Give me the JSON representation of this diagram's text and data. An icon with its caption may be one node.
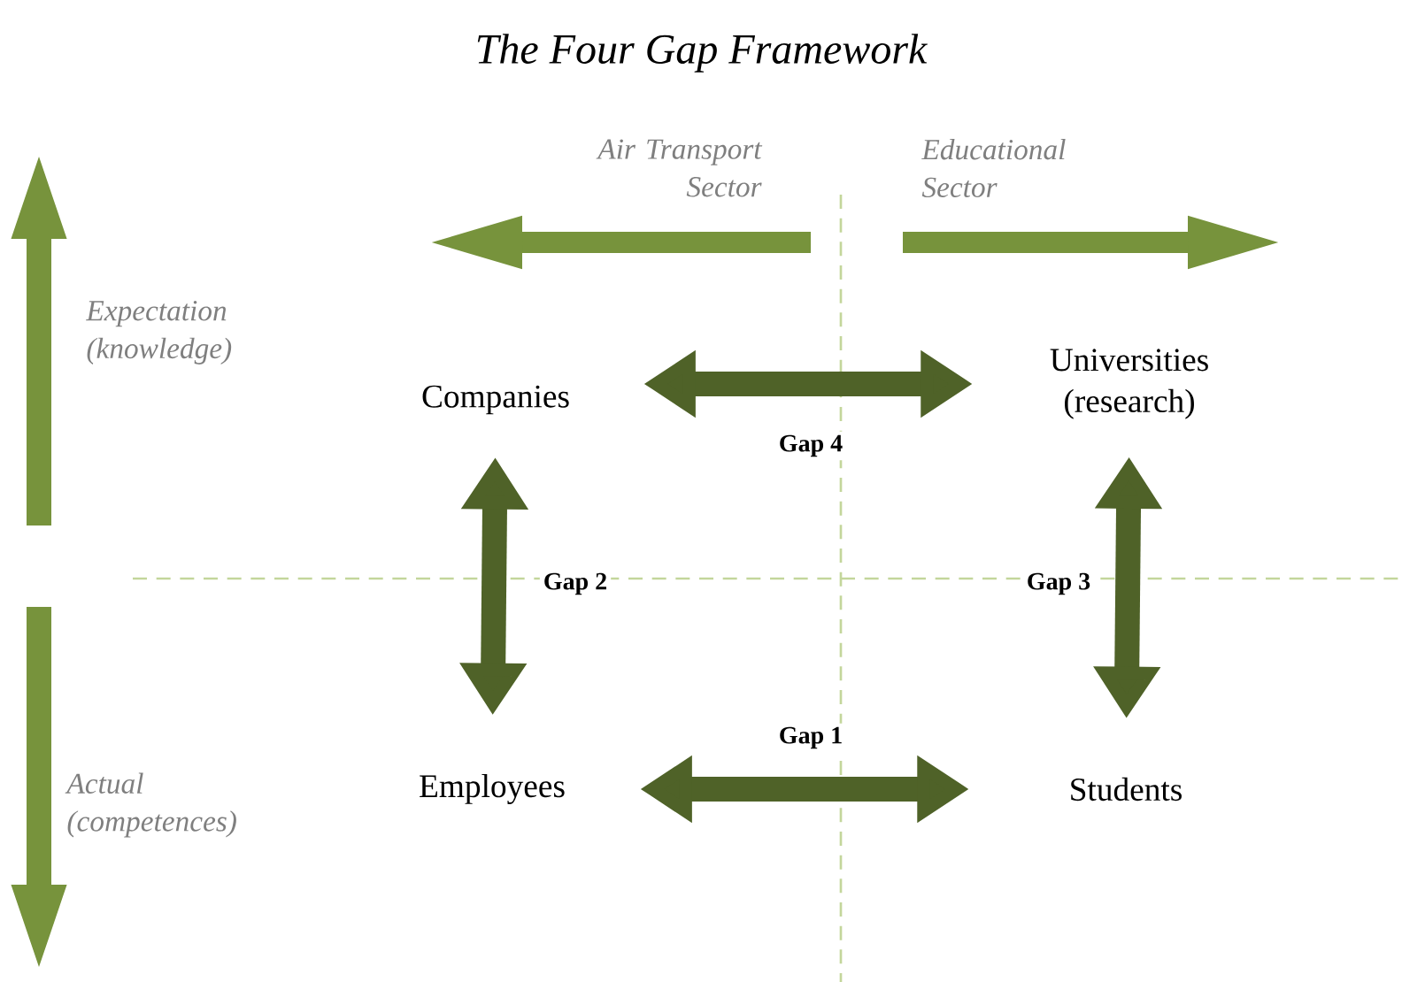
{
  "diagram": {
    "title": "The Four Gap Framework",
    "nodes": [
      {
        "text": [
          "Companies"
        ]
      },
      {
        "text": [
          "Universities (research)"
        ]
      },
      {
        "text": [
          "Employees"
        ]
      },
      {
        "text": [
          "Students"
        ]
      }
    ],
    "edges": [
      {
        "from": 0,
        "to": 1,
        "arrow": "both",
        "label": "Gap 4"
      },
      {
        "from": 0,
        "to": 2,
        "arrow": "both",
        "label": "Gap 2"
      },
      {
        "from": 1,
        "to": 3,
        "arrow": "both",
        "label": "Gap 3"
      },
      {
        "from": 2,
        "to": 3,
        "arrow": "both",
        "label": "Gap 1"
      }
    ],
    "labels": [
      "Air Transport Sector",
      "Educational Sector",
      "Expectation (knowledge)",
      "Actual (competences)"
    ]
  }
}
